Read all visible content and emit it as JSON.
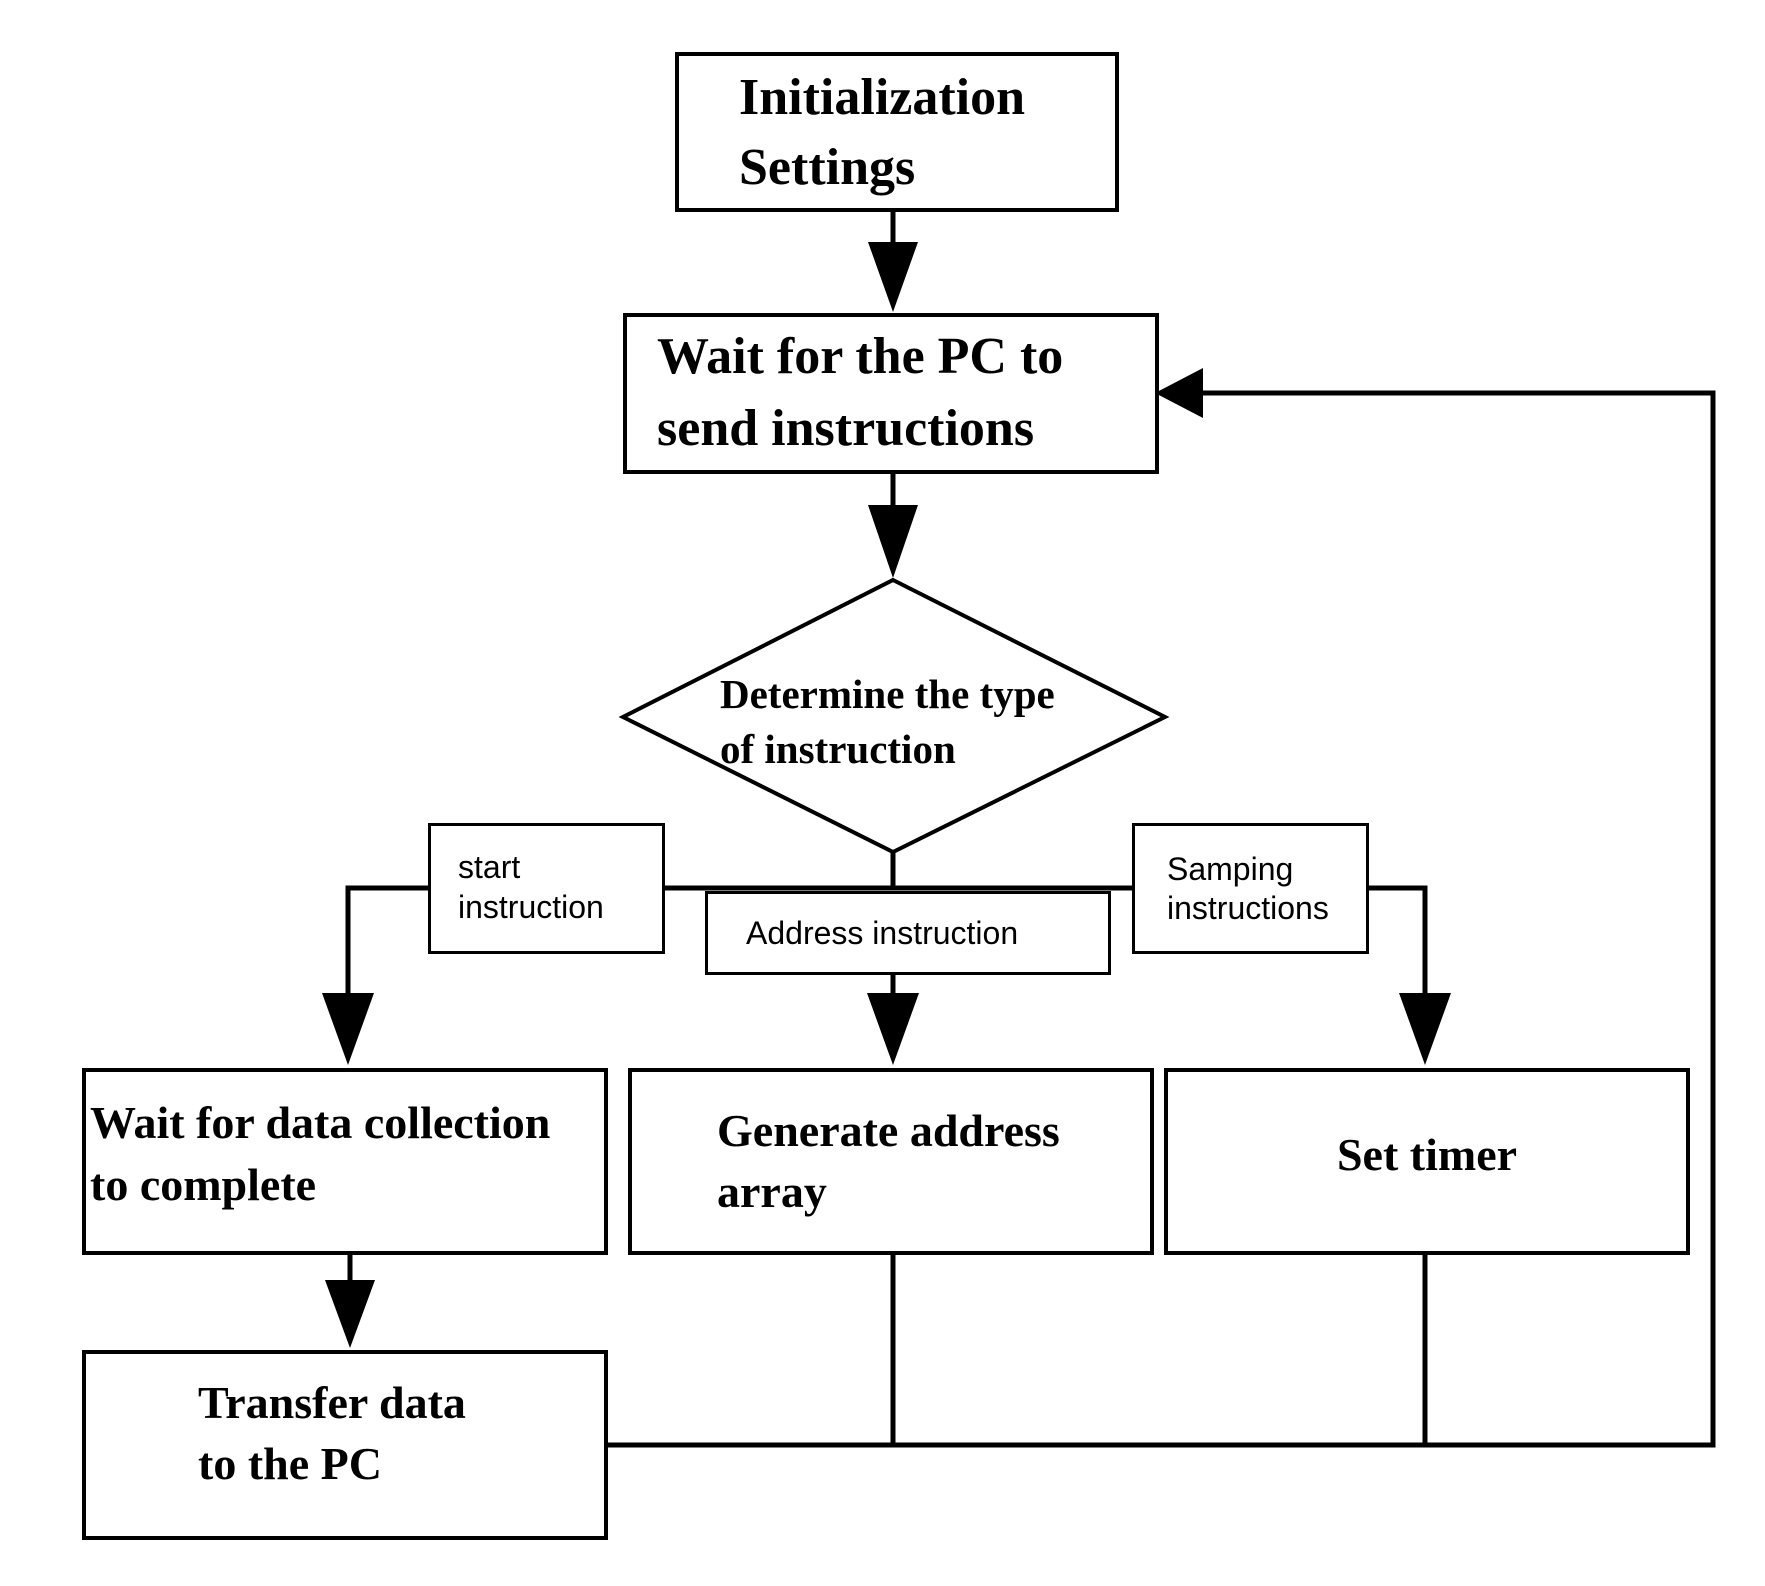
{
  "flowchart": {
    "init": {
      "line1": "Initialization",
      "line2": "Settings"
    },
    "wait_pc": {
      "line1": "Wait for the PC to",
      "line2": "send instructions"
    },
    "decision": {
      "line1": "Determine the type",
      "line2": "of instruction"
    },
    "labels": {
      "start": {
        "line1": "start",
        "line2": "instruction"
      },
      "address": "Address instruction",
      "sampling": {
        "line1": "Samping",
        "line2": "instructions"
      }
    },
    "wait_data": {
      "line1": "Wait for data collection",
      "line2": "to complete"
    },
    "gen_address": {
      "line1": "Generate address",
      "line2": "array"
    },
    "set_timer": {
      "label": "Set timer"
    },
    "transfer": {
      "line1": "Transfer data",
      "line2": "to the PC"
    }
  }
}
